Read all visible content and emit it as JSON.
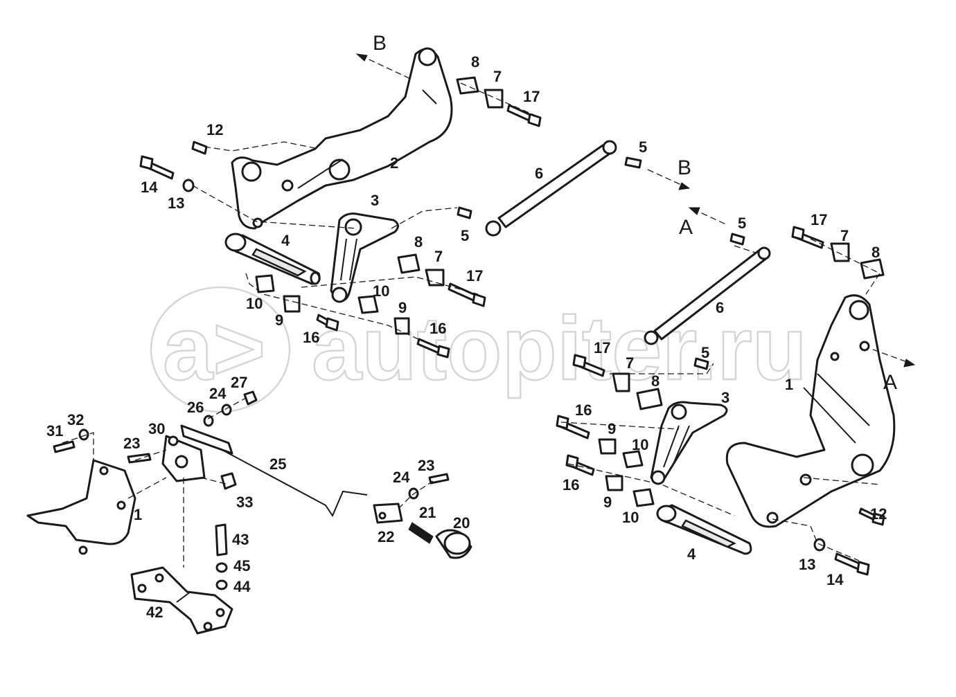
{
  "watermark": {
    "text": "autopiter.ru",
    "logo": "a>"
  },
  "direction_markers": {
    "a": "A",
    "b": "B"
  },
  "callouts": {
    "l2": "2",
    "l3": "3",
    "l4": "4",
    "l5a": "5",
    "l6": "6",
    "l7a": "7",
    "l8a": "8",
    "l7b": "7",
    "l8b": "8",
    "l9a": "9",
    "l10a": "10",
    "l9b": "9",
    "l10b": "10",
    "l12": "12",
    "l13": "13",
    "l14": "14",
    "l16a": "16",
    "l16b": "16",
    "l17a": "17",
    "l17b": "17",
    "r1": "1",
    "r3": "3",
    "r4": "4",
    "r5a": "5",
    "r5b": "5",
    "r6": "6",
    "r7a": "7",
    "r8a": "8",
    "r7b": "7",
    "r8b": "8",
    "r9a": "9",
    "r10a": "10",
    "r9b": "9",
    "r10b": "10",
    "r12": "12",
    "r13": "13",
    "r14": "14",
    "r16a": "16",
    "r16b": "16",
    "r17a": "17",
    "r17b": "17",
    "b1": "1",
    "b20": "20",
    "b21": "21",
    "b22": "22",
    "b23a": "23",
    "b23b": "23",
    "b24a": "24",
    "b24b": "24",
    "b25": "25",
    "b26": "26",
    "b27": "27",
    "b30": "30",
    "b31": "31",
    "b32": "32",
    "b33": "33",
    "b42": "42",
    "b43": "43",
    "b44": "44",
    "b45": "45"
  }
}
